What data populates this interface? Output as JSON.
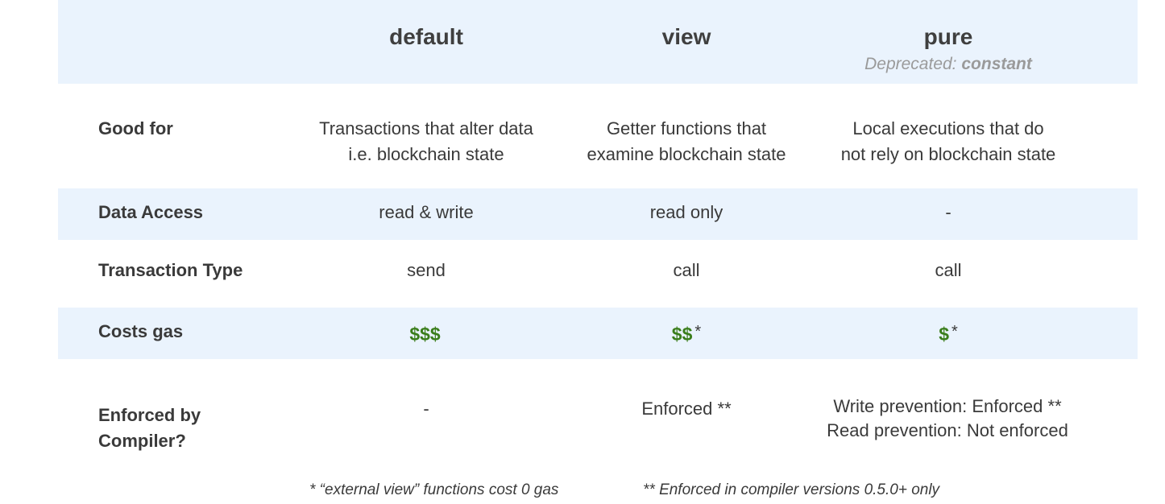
{
  "columns": [
    {
      "title": "default",
      "subtitle_prefix": "",
      "subtitle_term": ""
    },
    {
      "title": "view",
      "subtitle_prefix": "",
      "subtitle_term": ""
    },
    {
      "title": "pure",
      "subtitle_prefix": "Deprecated: ",
      "subtitle_term": "constant"
    }
  ],
  "rows": {
    "good_for": {
      "label": "Good for",
      "values": [
        [
          "Transactions that alter data",
          "i.e. blockchain state"
        ],
        [
          "Getter functions that",
          "examine blockchain state"
        ],
        [
          "Local executions that do",
          "not rely on blockchain state"
        ]
      ]
    },
    "data_access": {
      "label": "Data Access",
      "values": [
        "read & write",
        "read only",
        "-"
      ]
    },
    "transaction_type": {
      "label": "Transaction Type",
      "values": [
        "send",
        "call",
        "call"
      ]
    },
    "costs_gas": {
      "label": "Costs gas",
      "values": [
        {
          "amount": "$$$",
          "mark": ""
        },
        {
          "amount": "$$",
          "mark": "*"
        },
        {
          "amount": "$",
          "mark": "*"
        }
      ]
    },
    "enforced": {
      "label_lines": [
        "Enforced by",
        "Compiler?"
      ],
      "values": [
        [
          "-"
        ],
        [
          "Enforced **"
        ],
        [
          "Write prevention: Enforced **",
          "Read prevention: Not enforced"
        ]
      ]
    }
  },
  "footnotes": [
    "* “external view” functions cost 0 gas",
    "** Enforced in compiler versions 0.5.0+ only"
  ],
  "colors": {
    "band": "#eaf3fd",
    "gas": "#3a7d1b",
    "text": "#3a3a3a",
    "muted": "#9a9a9a"
  }
}
